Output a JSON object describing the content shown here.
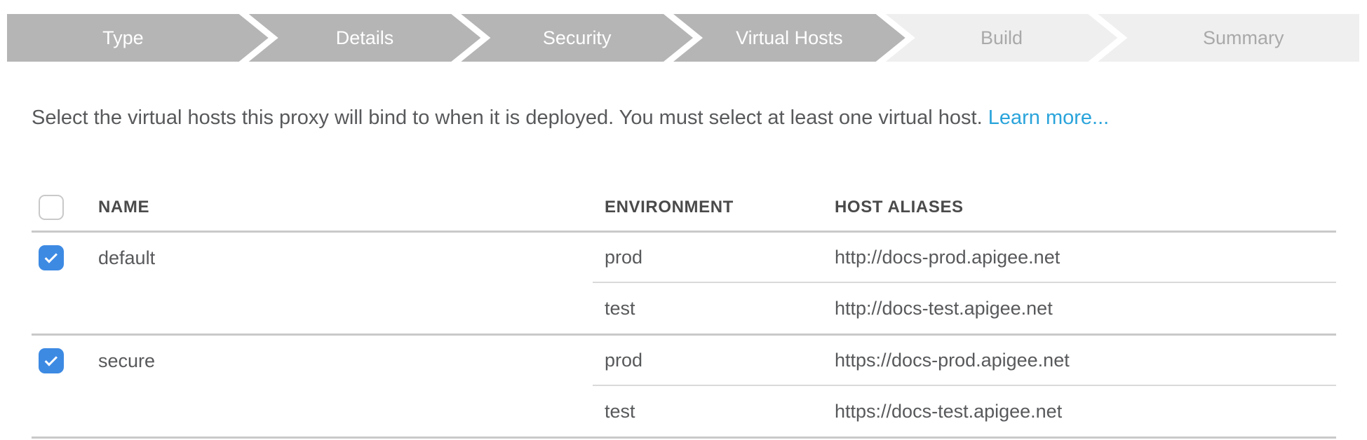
{
  "stepper": {
    "steps": [
      {
        "label": "Type",
        "state": "active"
      },
      {
        "label": "Details",
        "state": "active"
      },
      {
        "label": "Security",
        "state": "active"
      },
      {
        "label": "Virtual Hosts",
        "state": "active"
      },
      {
        "label": "Build",
        "state": "inactive"
      },
      {
        "label": "Summary",
        "state": "inactive"
      }
    ],
    "colors": {
      "active_bg": "#b5b5b5",
      "active_text": "#ffffff",
      "inactive_bg": "#efefef",
      "inactive_text": "#a9a9a9"
    }
  },
  "description": {
    "text": "Select the virtual hosts this proxy will bind to when it is deployed. You must select at least one virtual host.",
    "link_label": "Learn more...",
    "link_color": "#2aa4db"
  },
  "table": {
    "headers": {
      "name": "NAME",
      "environment": "ENVIRONMENT",
      "host_aliases": "HOST ALIASES"
    },
    "select_all_checked": false,
    "checkbox_checked_color": "#3d8ae3",
    "groups": [
      {
        "name": "default",
        "checked": true,
        "rows": [
          {
            "environment": "prod",
            "host_alias": "http://docs-prod.apigee.net"
          },
          {
            "environment": "test",
            "host_alias": "http://docs-test.apigee.net"
          }
        ]
      },
      {
        "name": "secure",
        "checked": true,
        "rows": [
          {
            "environment": "prod",
            "host_alias": "https://docs-prod.apigee.net"
          },
          {
            "environment": "test",
            "host_alias": "https://docs-test.apigee.net"
          }
        ]
      }
    ]
  }
}
